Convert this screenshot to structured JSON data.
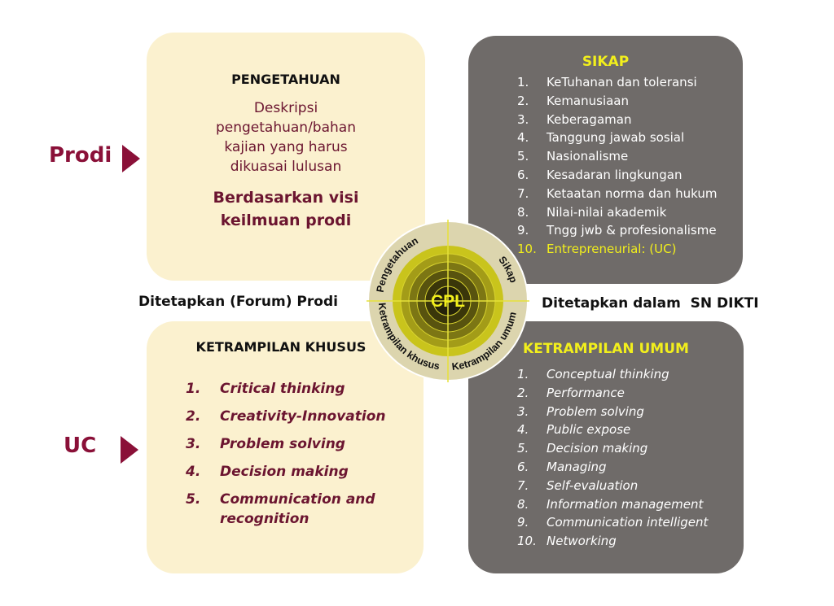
{
  "side_labels": {
    "prodi": "Prodi",
    "uc": "UC"
  },
  "pengetahuan": {
    "title": "PENGETAHUAN",
    "description": "Deskripsi pengetahuan/bahan kajian yang harus dikuasai lulusan",
    "emphasis": "Berdasarkan visi keilmuan prodi"
  },
  "sikap": {
    "title": "SIKAP",
    "items": [
      {
        "n": "1.",
        "t": "KeTuhanan dan toleransi"
      },
      {
        "n": "2.",
        "t": "Kemanusiaan"
      },
      {
        "n": "3.",
        "t": "Keberagaman"
      },
      {
        "n": "4.",
        "t": "Tanggung jawab sosial"
      },
      {
        "n": "5.",
        "t": "Nasionalisme"
      },
      {
        "n": "6.",
        "t": "Kesadaran lingkungan"
      },
      {
        "n": "7.",
        "t": "Ketaatan norma dan hukum"
      },
      {
        "n": "8.",
        "t": "Nilai-nilai akademik"
      },
      {
        "n": "9.",
        "t": "Tngg jwb & profesionalisme"
      },
      {
        "n": "10.",
        "t": "Entrepreneurial:  (UC)"
      }
    ]
  },
  "ketrampilan_khusus": {
    "title": "KETRAMPILAN KHUSUS",
    "items": [
      {
        "n": "1.",
        "t": "Critical thinking"
      },
      {
        "n": "2.",
        "t": "Creativity-Innovation"
      },
      {
        "n": "3.",
        "t": "Problem solving"
      },
      {
        "n": "4.",
        "t": "Decision making"
      },
      {
        "n": "5.",
        "t": "Communication and recognition"
      }
    ]
  },
  "ketrampilan_umum": {
    "title": "KETRAMPILAN UMUM",
    "items": [
      {
        "n": "1.",
        "t": "Conceptual thinking"
      },
      {
        "n": "2.",
        "t": "Performance"
      },
      {
        "n": "3.",
        "t": "Problem solving"
      },
      {
        "n": "4.",
        "t": "Public expose"
      },
      {
        "n": "5.",
        "t": "Decision making"
      },
      {
        "n": "6.",
        "t": "Managing"
      },
      {
        "n": "7.",
        "t": "Self-evaluation"
      },
      {
        "n": "8.",
        "t": "Information management"
      },
      {
        "n": "9.",
        "t": "Communication intelligent"
      },
      {
        "n": "10.",
        "t": "Networking"
      }
    ]
  },
  "middle": {
    "left": "Ditetapkan (Forum) Prodi",
    "right": "Ditetapkan dalam  SN DIKTI"
  },
  "circle": {
    "center": "CPL",
    "q1": "Pengetahuan",
    "q2": "Sikap",
    "q3": "Ketrampilan khusus",
    "q4": "Ketrampilan umum"
  },
  "colors": {
    "cream": "#fbf1cf",
    "gray": "#6f6b69",
    "accent": "#8a1038",
    "yellow": "#f2ef1c"
  }
}
